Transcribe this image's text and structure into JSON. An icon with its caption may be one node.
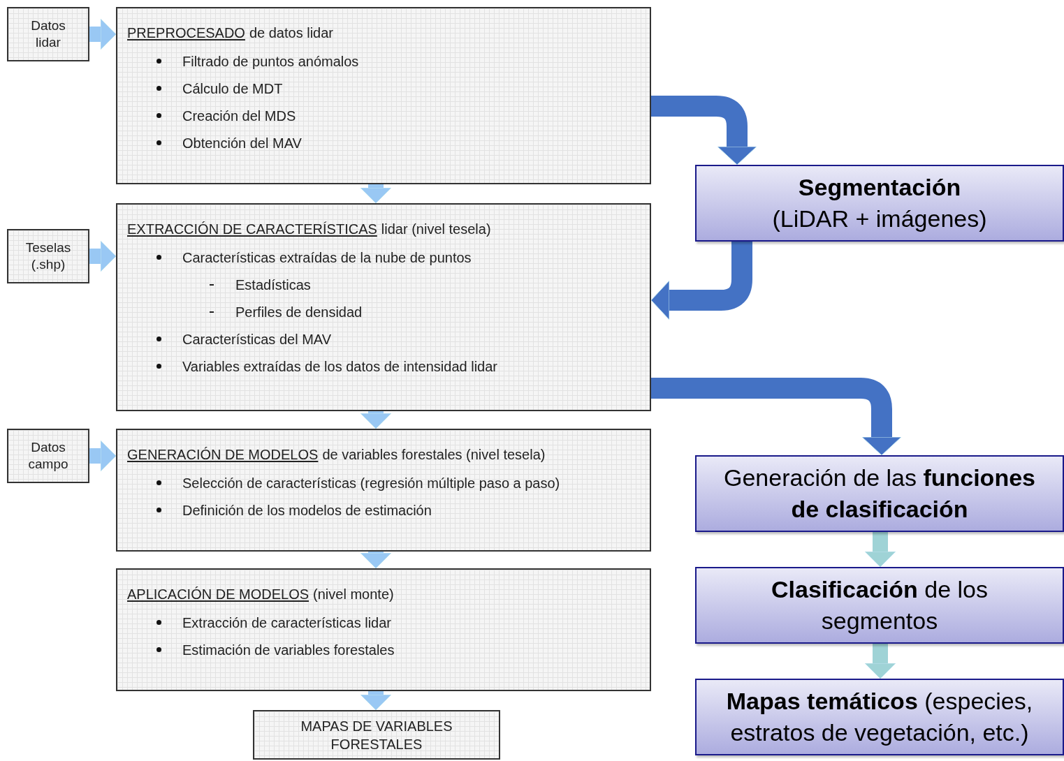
{
  "diagram": {
    "nodes": [
      {
        "text": [
          "Datos lidar"
        ]
      },
      {
        "text": [
          "PREPROCESADO",
          "de datos lidar",
          "Filtrado de puntos anómalos",
          "Cálculo de MDT",
          "Creación del MDS",
          "Obtención del MAV"
        ]
      },
      {
        "text": [
          "Teselas (.shp)"
        ]
      },
      {
        "text": [
          "EXTRACCIÓN DE CARACTERÍSTICAS",
          "lidar (nivel tesela)",
          "Características extraídas de la nube de puntos",
          "Estadísticas",
          "Perfiles de densidad",
          "Características del MAV",
          "Variables extraídas de los datos de intensidad lidar"
        ]
      },
      {
        "text": [
          "Datos campo"
        ]
      },
      {
        "text": [
          "GENERACIÓN DE MODELOS",
          "de variables forestales (nivel tesela)",
          "Selección de características (regresión múltiple paso a paso)",
          "Definición de los modelos de estimación"
        ]
      },
      {
        "text": [
          "APLICACIÓN DE MODELOS",
          "(nivel monte)",
          "Extracción de características lidar",
          "Estimación de variables forestales"
        ]
      },
      {
        "text": [
          "MAPAS DE VARIABLES FORESTALES"
        ]
      },
      {
        "text": [
          "Segmentación",
          "(LiDAR + imágenes)"
        ]
      },
      {
        "text": [
          "Generación de las **funciones de clasificación**"
        ]
      },
      {
        "text": [
          "**Clasificación** de los segmentos"
        ]
      },
      {
        "text": [
          "**Mapas temáticos** (especies, estratos de vegetación, etc.)"
        ]
      }
    ],
    "edges": [
      {
        "from": 0,
        "to": 1,
        "arrow": "to"
      },
      {
        "from": 1,
        "to": 3,
        "arrow": "to"
      },
      {
        "from": 2,
        "to": 3,
        "arrow": "to"
      },
      {
        "from": 3,
        "to": 5,
        "arrow": "to"
      },
      {
        "from": 4,
        "to": 5,
        "arrow": "to"
      },
      {
        "from": 5,
        "to": 6,
        "arrow": "to"
      },
      {
        "from": 6,
        "to": 7,
        "arrow": "to"
      },
      {
        "from": 1,
        "to": 8,
        "arrow": "to",
        "color": "#4472c4"
      },
      {
        "from": 8,
        "to": 3,
        "arrow": "to",
        "color": "#4472c4"
      },
      {
        "from": 3,
        "to": 9,
        "arrow": "to",
        "color": "#4472c4"
      },
      {
        "from": 9,
        "to": 10,
        "arrow": "to",
        "color": "#9fd3d6"
      },
      {
        "from": 10,
        "to": 11,
        "arrow": "to",
        "color": "#9fd3d6"
      }
    ]
  }
}
